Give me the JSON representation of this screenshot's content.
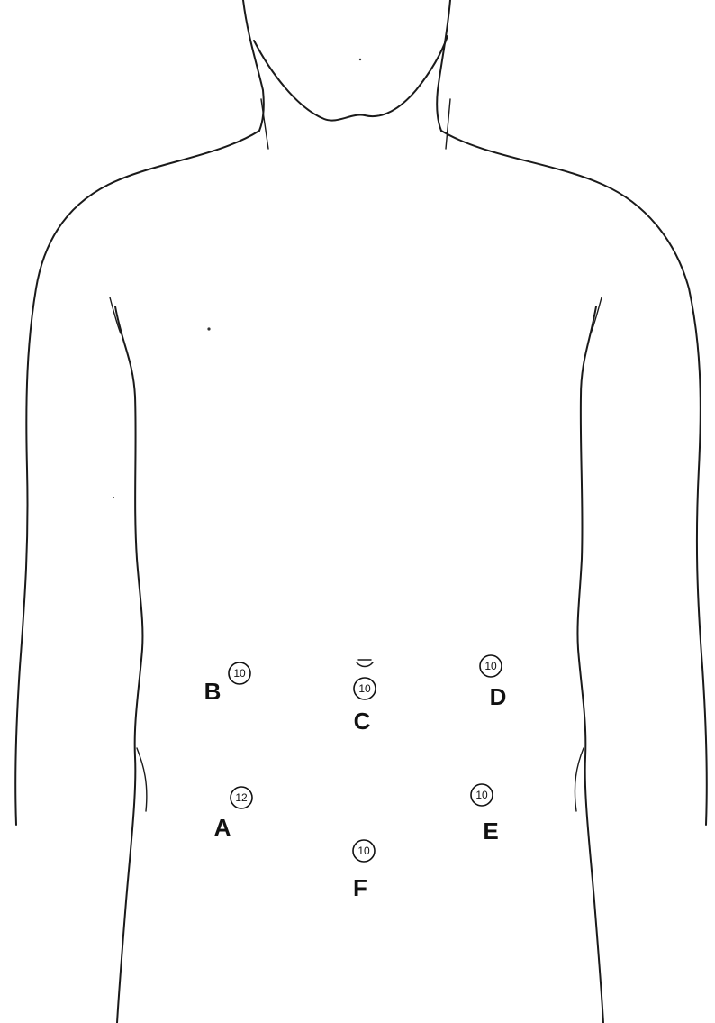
{
  "ports": [
    {
      "id": "A",
      "letter": "A",
      "size": "12"
    },
    {
      "id": "B",
      "letter": "B",
      "size": "10"
    },
    {
      "id": "C",
      "letter": "C",
      "size": "10"
    },
    {
      "id": "D",
      "letter": "D",
      "size": "10"
    },
    {
      "id": "E",
      "letter": "E",
      "size": "10"
    },
    {
      "id": "F",
      "letter": "F",
      "size": "10"
    }
  ]
}
